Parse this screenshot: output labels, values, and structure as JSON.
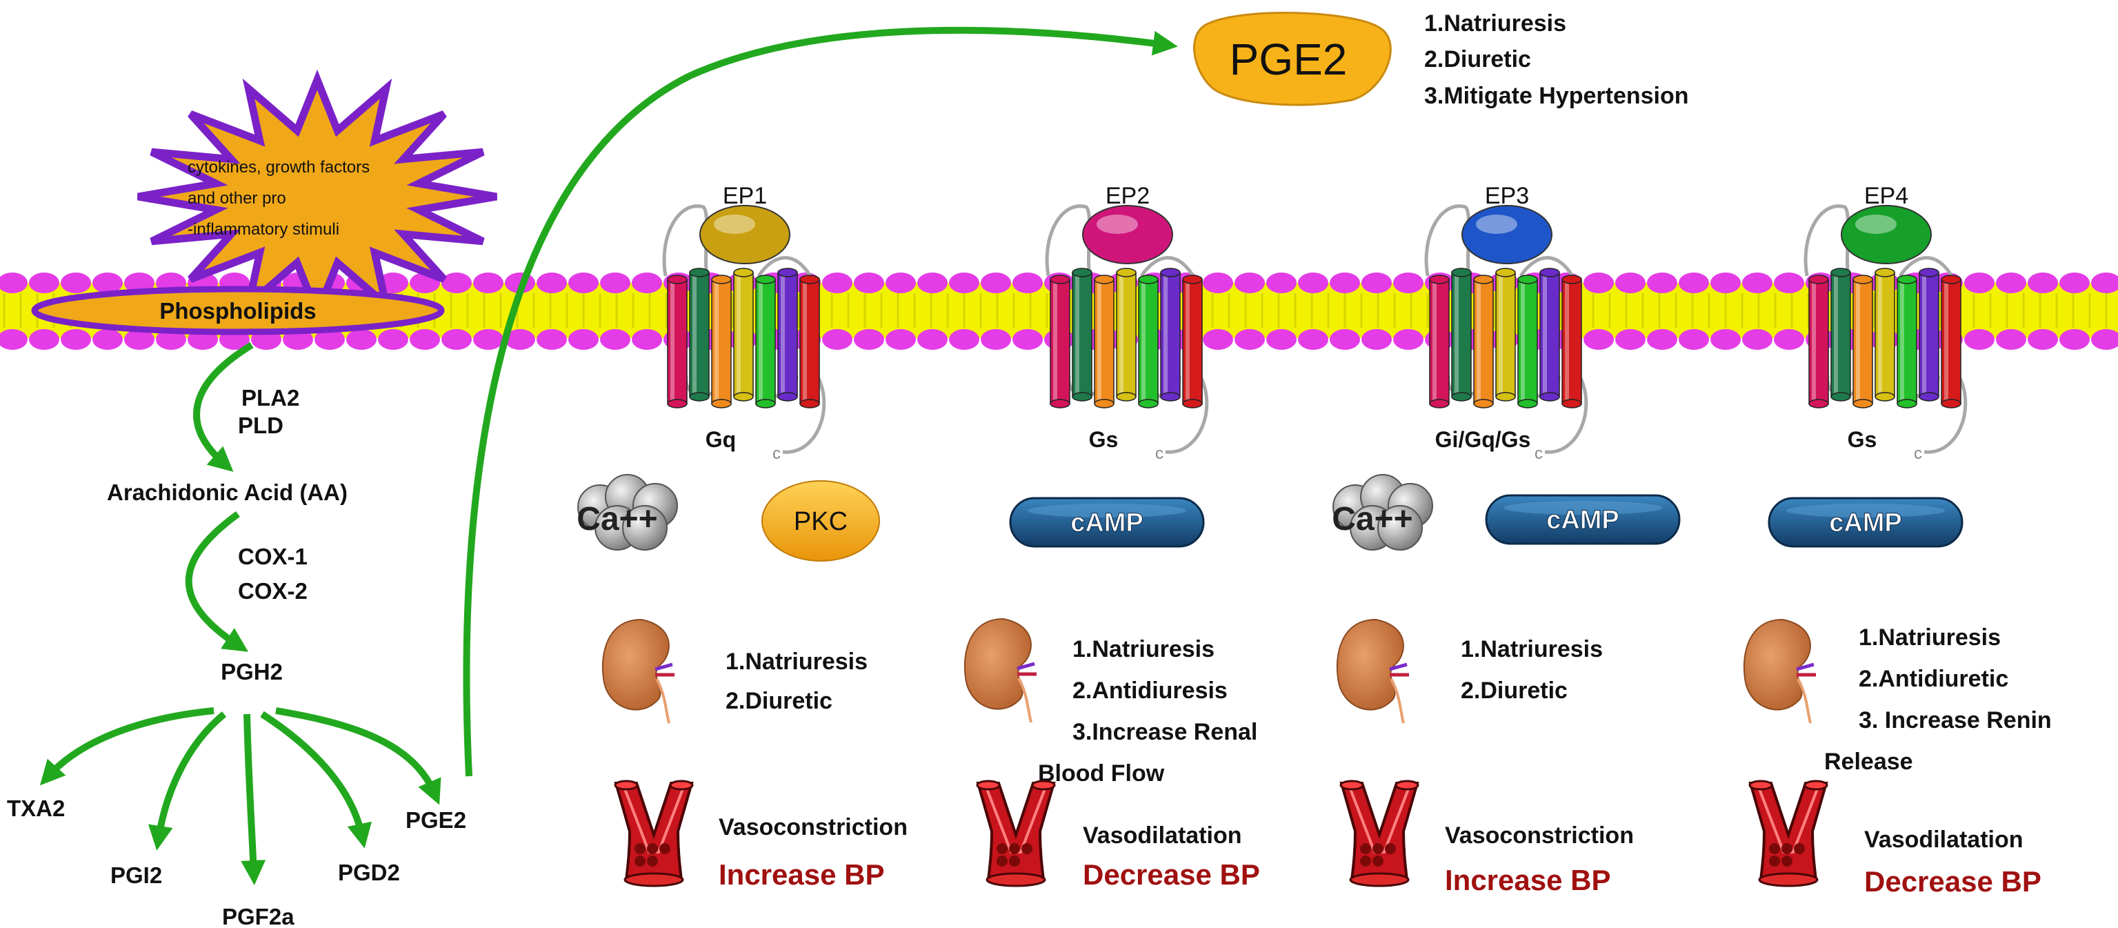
{
  "stimulus": {
    "lines": [
      "cytokines, growth factors",
      "and other pro",
      "-inflammatory stimuli"
    ]
  },
  "phospholipids": "Phospholipids",
  "pathway": {
    "enzymes1": [
      "PLA2",
      "PLD"
    ],
    "aa": "Arachidonic Acid (AA)",
    "enzymes2": [
      "COX-1",
      "COX-2"
    ],
    "pgh2": "PGH2",
    "products": [
      "TXA2",
      "PGI2",
      "PGF2a",
      "PGD2",
      "PGE2"
    ]
  },
  "pge2_top": {
    "label": "PGE2",
    "effects": [
      "1.Natriuresis",
      "2.Diuretic",
      "3.Mitigate Hypertension"
    ]
  },
  "receptors": [
    {
      "name": "EP1",
      "gprotein": "Gq",
      "messengers": [
        "Ca++",
        "PKC"
      ],
      "kidney_effects": [
        "1.Natriuresis",
        "2.Diuretic"
      ],
      "vessel": "Vasoconstriction",
      "bp": "Increase BP"
    },
    {
      "name": "EP2",
      "gprotein": "Gs",
      "messengers": [
        "cAMP"
      ],
      "kidney_effects": [
        "1.Natriuresis",
        "2.Antidiuresis",
        "3.Increase Renal",
        "Blood Flow"
      ],
      "vessel": "Vasodilatation",
      "bp": "Decrease BP"
    },
    {
      "name": "EP3",
      "gprotein": "Gi/Gq/Gs",
      "messengers": [
        "Ca++",
        "cAMP"
      ],
      "kidney_effects": [
        "1.Natriuresis",
        "2.Diuretic"
      ],
      "vessel": "Vasoconstriction",
      "bp": "Increase BP"
    },
    {
      "name": "EP4",
      "gprotein": "Gs",
      "messengers": [
        "cAMP"
      ],
      "kidney_effects": [
        "1.Natriuresis",
        "2.Antidiuretic",
        "3. Increase Renin",
        "Release"
      ],
      "vessel": "Vasodilatation",
      "bp": "Decrease BP"
    }
  ],
  "colors": {
    "arrow": "#22a81e",
    "membrane_head": "#e43ce6",
    "membrane_tail": "#f2f200",
    "star_fill": "#f0a818",
    "star_border": "#7a22c8",
    "pge2_fill": "#f7b219",
    "camp_fill": "#1c5a8c",
    "bp_text": "#a01010",
    "ep1": "#c9a012",
    "ep2": "#d0157a",
    "ep3": "#1e55c8",
    "ep4": "#16a02a",
    "helix": [
      "#d4145a",
      "#1e7a4a",
      "#f08a1c",
      "#d6c014",
      "#22c02a",
      "#6a2cc8",
      "#d41a1a"
    ]
  }
}
